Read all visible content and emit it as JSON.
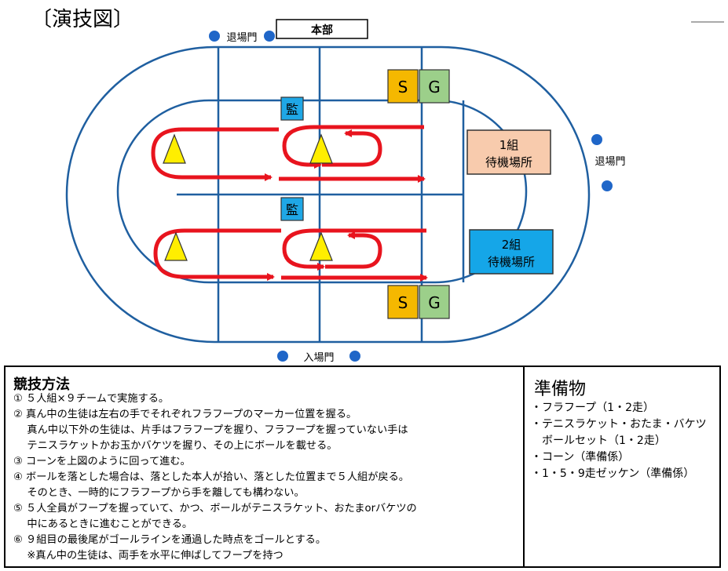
{
  "title": "〔演技図〕",
  "diagram": {
    "headquarters": "本部",
    "exit_gate_top": "退場門",
    "exit_gate_right": "退場門",
    "entrance_gate": "入場門",
    "supervisor_top": "監",
    "supervisor_bottom": "監",
    "start_top": "S",
    "goal_top": "G",
    "start_bottom": "S",
    "goal_bottom": "G",
    "waiting_area_1": [
      "1組",
      "待機場所"
    ],
    "waiting_area_2": [
      "2組",
      "待機場所"
    ],
    "colors": {
      "track": "#1f5fa0",
      "arrow": "#e8141e",
      "cone": "#ffee00",
      "supervisor": "#1fa7e6",
      "start": "#f5b800",
      "goal": "#9ccf8a",
      "waiting_1": "#f8cbad",
      "waiting_2": "#15a6e8",
      "gate_dot": "#1f66c8"
    }
  },
  "rules": {
    "heading": "競技方法",
    "lines": [
      "① ５人組×９チームで実施する。",
      "② 真ん中の生徒は左右の手でそれぞれフラフープのマーカー位置を握る。",
      "　 真ん中以下外の生徒は、片手はフラフープを握り、フラフープを握っていない手は",
      "　 テニスラケットかお玉かバケツを握り、その上にボールを載せる。",
      "③ コーンを上図のように回って進む。",
      "④ ボールを落とした場合は、落とした本人が拾い、落とした位置まで５人組が戻る。",
      "　 そのとき、一時的にフラフープから手を離しても構わない。",
      "⑤ ５人全員がフープを握っていて、かつ、ボールがテニスラケット、おたまorバケツの",
      "　 中にあるときに進むことができる。",
      "⑥ ９組目の最後尾がゴールラインを通過した時点をゴールとする。",
      "　 ※真ん中の生徒は、両手を水平に伸ばしてフープを持つ"
    ]
  },
  "equipment": {
    "heading": "準備物",
    "lines": [
      "・フラフープ（1・2走）",
      "・テニスラケット・おたま・バケツ",
      "　ボールセット（1・2走）",
      "・コーン（準備係）",
      "・1・5・9走ゼッケン（準備係）"
    ]
  }
}
